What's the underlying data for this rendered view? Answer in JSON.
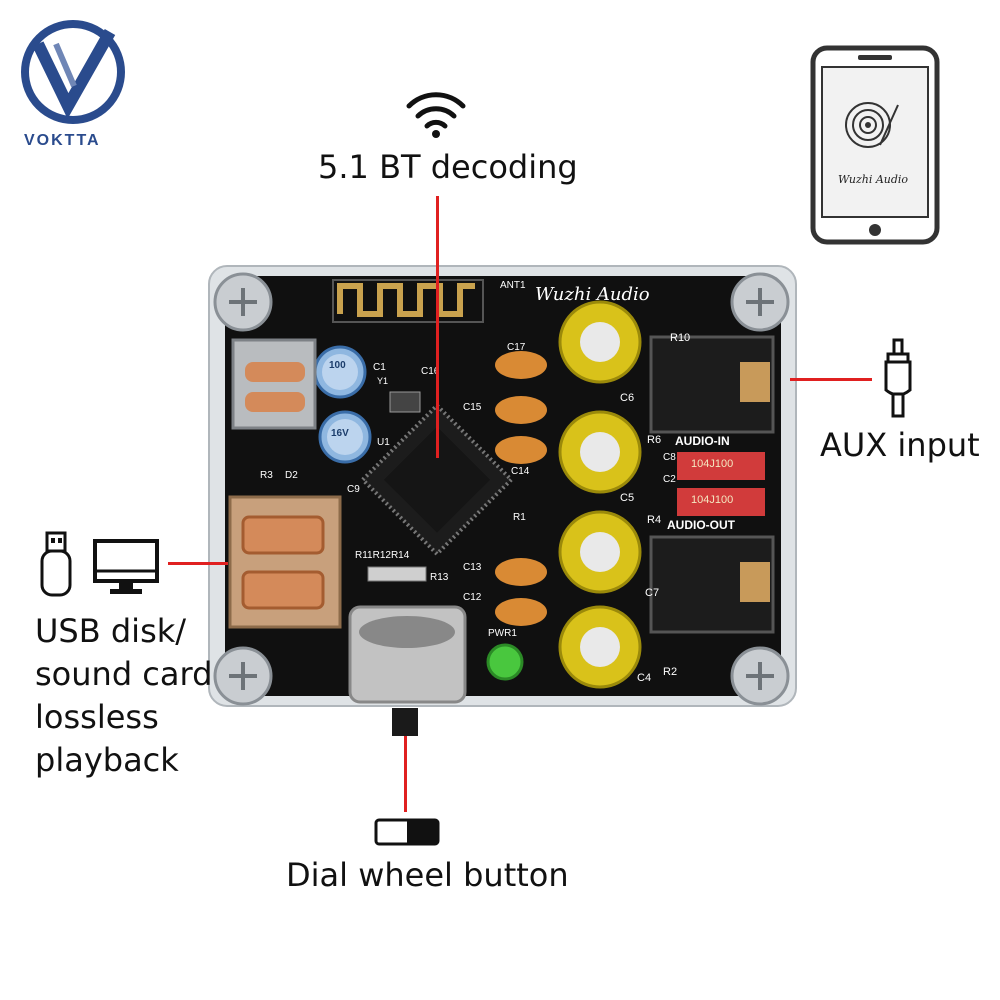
{
  "brand": {
    "name": "VOKTTA",
    "accent": "#2a4b8d"
  },
  "callouts": {
    "bt": "5.1 BT decoding",
    "aux": "AUX input",
    "usb_line1": "USB disk/",
    "usb_line2": "sound card",
    "usb_line3": "lossless",
    "usb_line4": "playback",
    "dial": "Dial wheel button"
  },
  "board": {
    "logo_text": "Wuzhi Audio",
    "labels": {
      "audio_in": "AUDIO-IN",
      "audio_out": "AUDIO-OUT",
      "pwr": "PWR1",
      "ant": "ANT1",
      "r10": "R10",
      "r6": "R6",
      "r4": "R4",
      "c5": "C5",
      "c6": "C6",
      "c7": "C7",
      "c4": "C4",
      "c8": "C8",
      "c2": "C2",
      "r1": "R1",
      "r2": "R2",
      "r3": "R3",
      "d2": "D2",
      "c9": "C9",
      "c1": "C1",
      "y1": "Y1",
      "c16": "C16",
      "c17": "C17",
      "c15": "C15",
      "c14": "C14",
      "c13": "C13",
      "c12": "C12",
      "r_arr": "R11R12R14",
      "r13": "R13",
      "u1": "U1",
      "film_cap": "104J100"
    },
    "cap_small": "100",
    "cap_small_v": "16V"
  },
  "phone": {
    "app_name": "Wuzhi Audio"
  },
  "colors": {
    "pcb": "#101010",
    "lead": "#e02020",
    "cap_gold": "#d9c21a",
    "copper": "#d48a5a"
  }
}
